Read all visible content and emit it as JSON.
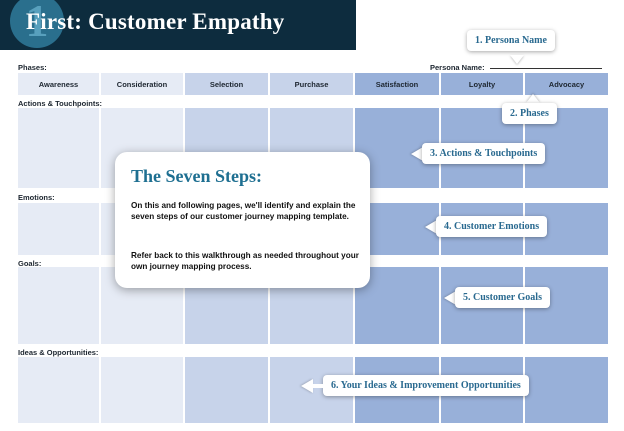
{
  "header": {
    "step_number": "1",
    "prefix": "First:",
    "title": " Customer Empathy"
  },
  "labels": {
    "phases": "Phases:",
    "persona_name": "Persona Name:",
    "actions": "Actions & Touchpoints:",
    "emotions": "Emotions:",
    "goals": "Goals:",
    "ideas": "Ideas & Opportunities:"
  },
  "phases": [
    {
      "label": "Awareness",
      "color": "#e6ebf5"
    },
    {
      "label": "Consideration",
      "color": "#e6ebf5"
    },
    {
      "label": "Selection",
      "color": "#c7d3ea"
    },
    {
      "label": "Purchase",
      "color": "#c7d3ea"
    },
    {
      "label": "Satisfaction",
      "color": "#98b0d9"
    },
    {
      "label": "Loyalty",
      "color": "#98b0d9"
    },
    {
      "label": "Advocacy",
      "color": "#98b0d9"
    }
  ],
  "callout": {
    "title": "The Seven Steps:",
    "paragraph1": "On this and following pages, we'll identify and explain the seven steps of our customer journey mapping template.",
    "paragraph2": "Refer back to this walkthrough as needed throughout your own journey mapping process."
  },
  "annotations": {
    "a1": "1. Persona Name",
    "a2": "2. Phases",
    "a3": "3. Actions & Touchpoints",
    "a4": "4. Customer Emotions",
    "a5": "5. Customer Goals",
    "a6": "6. Your Ideas & Improvement Opportunities"
  },
  "colors": {
    "banner": "#0d2c3e",
    "accent": "#1e6f91",
    "light": "#e6ebf5",
    "mid": "#c7d3ea",
    "dark": "#98b0d9"
  }
}
